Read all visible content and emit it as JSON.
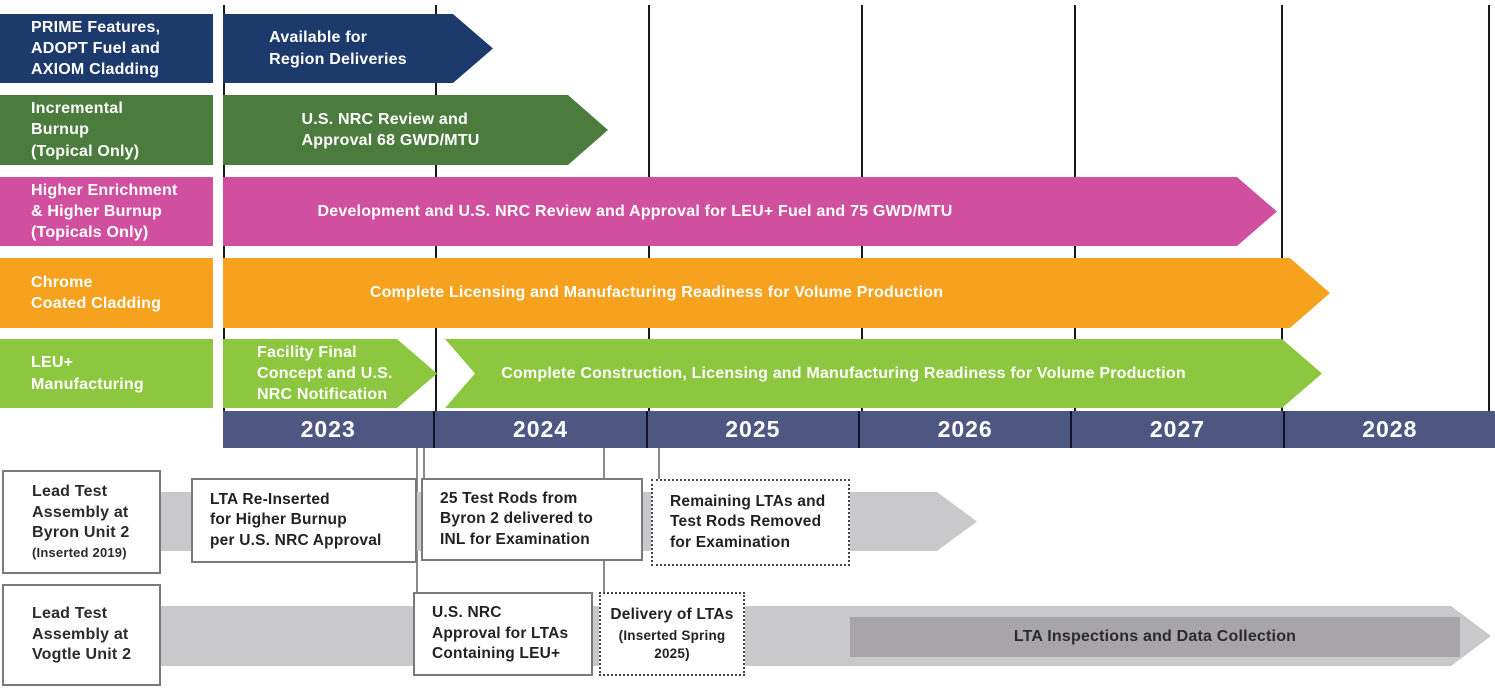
{
  "program_rows": [
    {
      "label": "PRIME Features,\nADOPT Fuel and\nAXIOM Cladding",
      "bar_text": "Available for\nRegion Deliveries",
      "color": "#1d3a6d"
    },
    {
      "label": "Incremental\nBurnup\n(Topical Only)",
      "bar_text": "U.S. NRC Review and\nApproval 68 GWD/MTU",
      "color": "#4c7c3d"
    },
    {
      "label": "Higher Enrichment\n& Higher Burnup\n(Topicals Only)",
      "bar_text": "Development and U.S. NRC Review and Approval for LEU+ Fuel and 75 GWD/MTU",
      "color": "#d0509f"
    },
    {
      "label": "Chrome\nCoated Cladding",
      "bar_text": "Complete Licensing and Manufacturing Readiness for Volume Production",
      "color": "#f6a21e"
    },
    {
      "label": "LEU+\nManufacturing",
      "bar_text": "Facility Final\nConcept and U.S.\nNRC Notification",
      "bar_text_2": "Complete Construction, Licensing and Manufacturing Readiness for Volume Production",
      "color": "#8dc63f"
    }
  ],
  "axis": {
    "years": [
      "2023",
      "2024",
      "2025",
      "2026",
      "2027",
      "2028"
    ],
    "bar_color": "#4e5781"
  },
  "tracks": [
    {
      "label": "Lead Test\nAssembly at\nByron Unit 2",
      "sublabel": "(Inserted 2019)",
      "milestones": [
        {
          "text": "LTA Re-Inserted\nfor Higher Burnup\nper U.S. NRC Approval",
          "border": "solid"
        },
        {
          "text": "25 Test Rods from\nByron 2 delivered to\nINL for Examination",
          "border": "solid"
        },
        {
          "text": "Remaining LTAs and\nTest Rods Removed\nfor Examination",
          "border": "dotted"
        }
      ]
    },
    {
      "label": "Lead Test\nAssembly at\nVogtle Unit 2",
      "sublabel": "",
      "milestones": [
        {
          "text": "U.S. NRC\nApproval for LTAs\nContaining LEU+",
          "border": "solid"
        },
        {
          "text": "Delivery of LTAs",
          "subtext": "(Inserted Spring 2025)",
          "border": "dotted"
        }
      ],
      "inner_bar_text": "LTA Inspections and Data Collection"
    }
  ],
  "colors": {
    "grey_arrow": "#c9c8ca",
    "grey_inner_bar": "#a7a5a8",
    "gridline": "#1a1a1a",
    "box_border": "#7a7a7a",
    "text_dark": "#2b2b2b"
  }
}
